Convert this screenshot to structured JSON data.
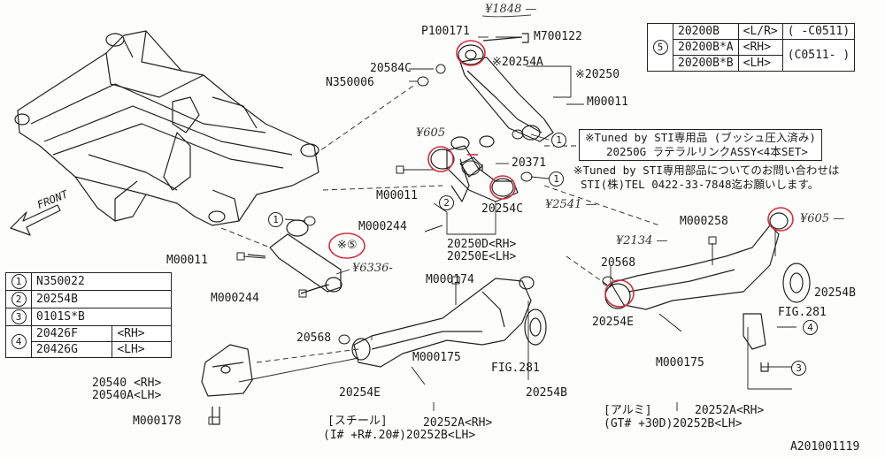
{
  "labels": {
    "p100171": "P100171",
    "m700122": "M700122",
    "p20584c": "20584C",
    "n350006": "N350006",
    "p20254a": "※20254A",
    "p20250": "※20250",
    "m00011_top": "M00011",
    "p20371": "20371",
    "m00011_mid": "M00011",
    "m000244_mid": "M000244",
    "p20254c": "20254C",
    "p20250d": "20250D<RH>",
    "p20250e": "20250E<LH>",
    "m00011_left": "M00011",
    "m000244_left": "M000244",
    "circ5_label": "※⑤",
    "m000174": "M000174",
    "p20568_l": "20568",
    "m000175_l": "M000175",
    "fig281_l": "FIG.281",
    "p20254e_l": "20254E",
    "p20254b_l": "20254B",
    "p20540": "20540 <RH>",
    "p20540a": "20540A<LH>",
    "m000178": "M000178",
    "steel": "[スチール]",
    "p20252a_l": "20252A<RH>",
    "p20252b_l": "(I# +R#.20#)20252B<LH>",
    "m000258": "M000258",
    "p20568_r": "20568",
    "p20254e_r": "20254E",
    "fig281_r": "FIG.281",
    "p20254b_r": "20254B",
    "m000175_r": "M000175",
    "alumi": "[アルミ]",
    "p20252a_r": "20252A<RH>",
    "p20252b_r": "(GT# +30D)20252B<LH>",
    "front": "FRONT",
    "diagram_id": "A201001119"
  },
  "handwritten": {
    "price_1848": "¥1848 —",
    "price_605_a": "¥605",
    "price_2541": "¥2541 —",
    "price_6336": "¥6336-",
    "price_2134": "¥2134 —",
    "price_605_b": "¥605 —"
  },
  "callout_numbers": {
    "c1": "1",
    "c2": "2",
    "c3": "3",
    "c4": "4",
    "c5": "5"
  },
  "notes": {
    "sti_line1": "※Tuned by STI専用品 (ブッシュ圧入済み)",
    "sti_line2": "20250G ラテラルリンクASSY<4本SET>",
    "sti_contact1": "※Tuned by STI専用部品についてのお問い合わせは",
    "sti_contact2": "STI(株)TEL 0422-33-7848迄お願いします。"
  },
  "legend_left": {
    "rows": [
      {
        "num": "1",
        "part": "N350022",
        "spec": ""
      },
      {
        "num": "2",
        "part": "20254B",
        "spec": ""
      },
      {
        "num": "3",
        "part": "0101S*B",
        "spec": ""
      },
      {
        "num": "4",
        "part": "20426F",
        "spec": "<RH>"
      },
      {
        "num": "",
        "part": "20426G",
        "spec": "<LH>"
      }
    ]
  },
  "legend_right": {
    "num": "5",
    "rows": [
      {
        "part": "20200B",
        "side": "<L/R>",
        "range": "( -C0511)"
      },
      {
        "part": "20200B*A",
        "side": "<RH>",
        "range": "(C0511- )"
      },
      {
        "part": "20200B*B",
        "side": "<LH>",
        "range": ""
      }
    ]
  },
  "colors": {
    "ink": "#1a1a1a",
    "mark_red": "#d03040",
    "paper": "#fdfdfb"
  }
}
